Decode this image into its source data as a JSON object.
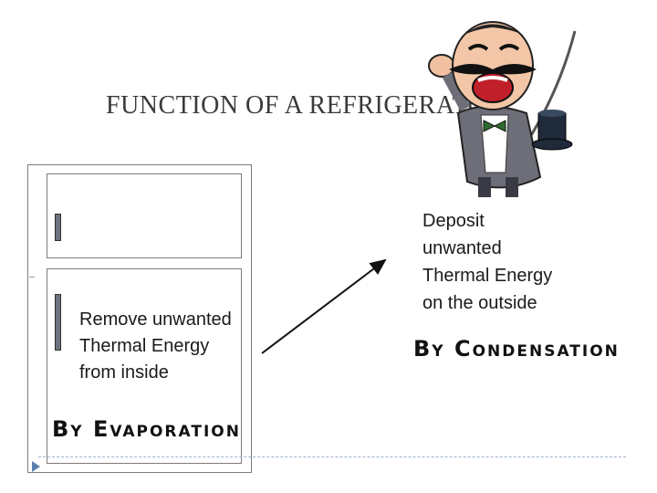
{
  "slide": {
    "title": "FUNCTION OF A REFRIGERATOR"
  },
  "inside": {
    "lines": [
      "Remove unwanted",
      "Thermal Energy",
      "from inside"
    ],
    "process": "By Evaporation"
  },
  "outside": {
    "lines": [
      "Deposit",
      "unwanted",
      "Thermal Energy",
      "on the outside"
    ],
    "process": "By Condensation"
  },
  "icons": {
    "cartoon": "cartoon-man-icon",
    "nav": "nav-arrow-icon"
  },
  "colors": {
    "text": "#1a1a1a",
    "title": "#3a3a3a",
    "accent": "#5b7fb0"
  }
}
